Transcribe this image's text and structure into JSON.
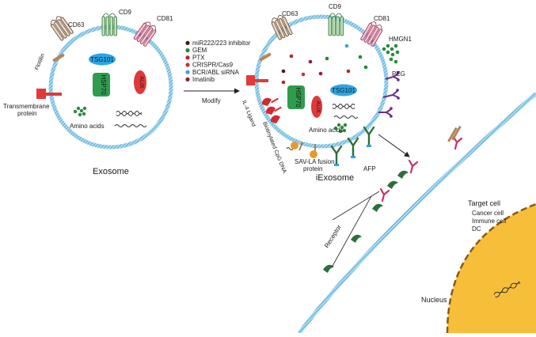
{
  "left_exosome": {
    "title": "Exosome",
    "proteins": {
      "cd63": "CD63",
      "cd9": "CD9",
      "cd81": "CD81",
      "flotillin": "Flotillin",
      "transmembrane_line1": "Transmembrane",
      "transmembrane_line2": "protein",
      "tsg101": "TSG101",
      "hsp70": "HSP70",
      "alix": "ALIX",
      "amino_acids": "Amino acids"
    }
  },
  "modify": {
    "label": "Modify",
    "cargo_legend": [
      {
        "label": "miR222/223 inhibitor",
        "color": "#3a1f14"
      },
      {
        "label": "GEM",
        "color": "#1f8a3a"
      },
      {
        "label": "PTX",
        "color": "#b3262d"
      },
      {
        "label": "CRISPR/Cas9",
        "color": "#c0392b"
      },
      {
        "label": "BCR/ABL siRNA",
        "color": "#3aa3d6"
      },
      {
        "label": "Imatinib",
        "color": "#8e1b4f"
      }
    ]
  },
  "right_exosome": {
    "title": "iExosome",
    "labels": {
      "cd63": "CD63",
      "cd9": "CD9",
      "cd81": "CD81",
      "hmgn1": "HMGN1",
      "peg": "PEG",
      "tsg101": "TSG101",
      "hsp70": "HSP70",
      "alix": "ALIX",
      "amino_acids": "Amino acids",
      "il4_ligand": "IL-4 Ligand",
      "biotinylated_cpg": "Biotinylated CpG DNA",
      "sav_la_line1": "SAV-LA fusion",
      "sav_la_line2": "protein",
      "afp": "AFP"
    }
  },
  "target_cell": {
    "title": "Target cell",
    "types": [
      "Cancer cell",
      "Immune cell",
      "DC"
    ],
    "nucleus": "Nucleus",
    "receptor": "Receptor"
  },
  "colors": {
    "membrane_fill": "#8fd0ee",
    "membrane_stripe": "#3d8fc4",
    "cell_membrane": "#5aaede",
    "nucleus_fill": "#f7be3a",
    "nucleus_border": "#8a5a14",
    "hsp70": "#2e9c4c",
    "tsg101": "#2aa6e6",
    "alix": "#e0393a",
    "green_ligand": "#2e6e3a",
    "pink_receptor": "#c8306a",
    "peg": "#6a2a88"
  }
}
